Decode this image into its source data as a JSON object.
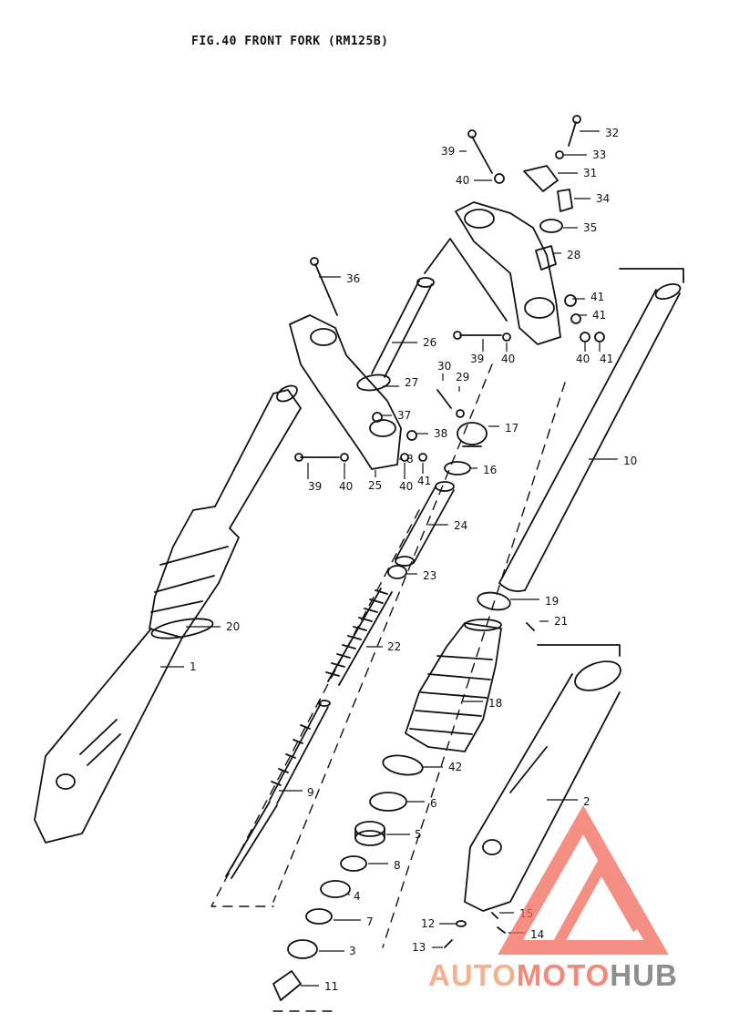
{
  "title": "FIG.40  FRONT FORK (RM125B)",
  "parts": [
    "1",
    "2",
    "3",
    "4",
    "5",
    "6",
    "7",
    "8",
    "9",
    "10",
    "11",
    "12",
    "13",
    "14",
    "15",
    "16",
    "17",
    "18",
    "19",
    "20",
    "21",
    "22",
    "23",
    "24",
    "25",
    "26",
    "27",
    "28",
    "29",
    "30",
    "31",
    "32",
    "33",
    "34",
    "35",
    "36",
    "37",
    "38",
    "39",
    "40",
    "41",
    "42"
  ],
  "extra_labels": [
    "39",
    "40",
    "41",
    "40",
    "41",
    "39",
    "40",
    "8",
    "40",
    "41"
  ],
  "watermark": {
    "parts": [
      "AUTO",
      "MOTO",
      "HUB"
    ],
    "colors": {
      "auto": "#f2b28e",
      "moto": "#f08a7a",
      "hub": "#8e8e8e",
      "logo": "#f26a5c"
    }
  }
}
